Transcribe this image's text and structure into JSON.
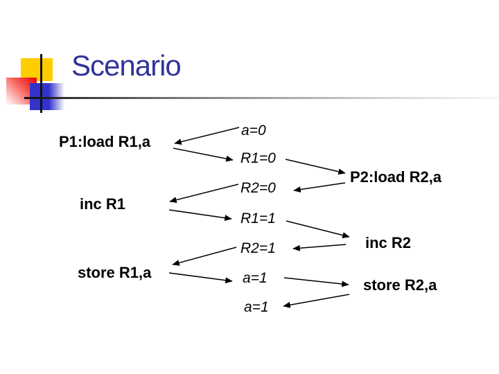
{
  "slide": {
    "title": "Scenario"
  },
  "colors": {
    "background": "#FFFFFF",
    "title_text": "#333399",
    "body_text": "#000000",
    "accent_yellow": "#FFCC00",
    "accent_red": "#E81111",
    "accent_blue": "#3333CC",
    "rule_gradient_start": "#101010",
    "rule_gradient_end": "#F7F7F7"
  },
  "diagram": {
    "process1": {
      "step1": "P1:load R1,a",
      "step2": "inc R1",
      "step3": "store R1,a"
    },
    "timeline": {
      "t0": "a=0",
      "t1": "R1=0",
      "t2": "R2=0",
      "t3": "R1=1",
      "t4": "R2=1",
      "t5": "a=1",
      "t6": "a=1"
    },
    "process2": {
      "step1": "P2:load R2,a",
      "step2": "inc R2",
      "step3": "store R2,a"
    },
    "arrows": [
      {
        "from": "a=0",
        "to": "P1:load R1,a"
      },
      {
        "from": "P1:load R1,a",
        "to": "R1=0"
      },
      {
        "from": "R1=0",
        "to": "P2:load R2,a"
      },
      {
        "from": "P2:load R2,a",
        "to": "R2=0"
      },
      {
        "from": "R2=0",
        "to": "inc R1"
      },
      {
        "from": "inc R1",
        "to": "R1=1"
      },
      {
        "from": "R1=1",
        "to": "inc R2"
      },
      {
        "from": "inc R2",
        "to": "R2=1"
      },
      {
        "from": "R2=1",
        "to": "store R1,a"
      },
      {
        "from": "store R1,a",
        "to": "a=1"
      },
      {
        "from": "a=1",
        "to": "store R2,a"
      },
      {
        "from": "store R2,a",
        "to": "a=1"
      }
    ]
  }
}
